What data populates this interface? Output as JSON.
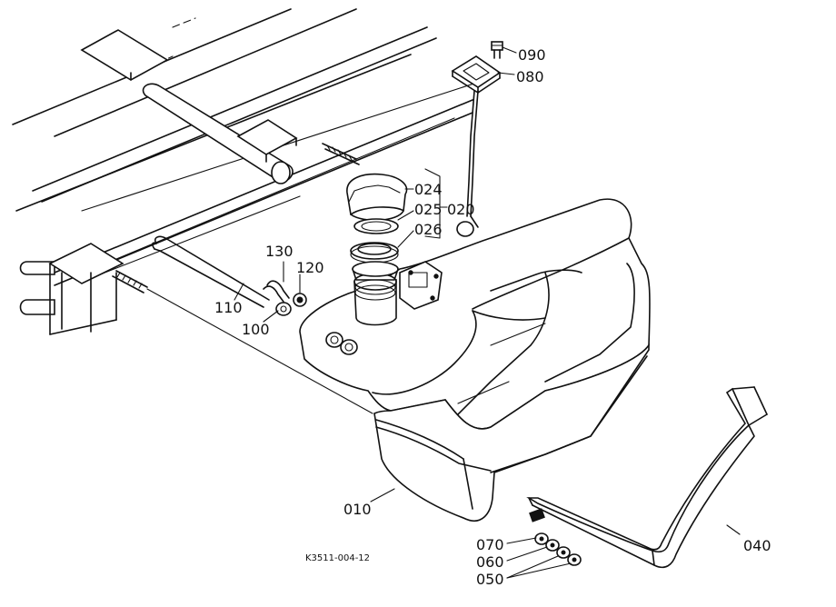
{
  "drawing_code": "K3511-004-12",
  "callouts": {
    "c010": "010",
    "c020": "020",
    "c024": "024",
    "c025": "025",
    "c026": "026",
    "c040": "040",
    "c050": "050",
    "c060": "060",
    "c070": "070",
    "c080": "080",
    "c090": "090",
    "c100": "100",
    "c110": "110",
    "c120": "120",
    "c130": "130"
  }
}
